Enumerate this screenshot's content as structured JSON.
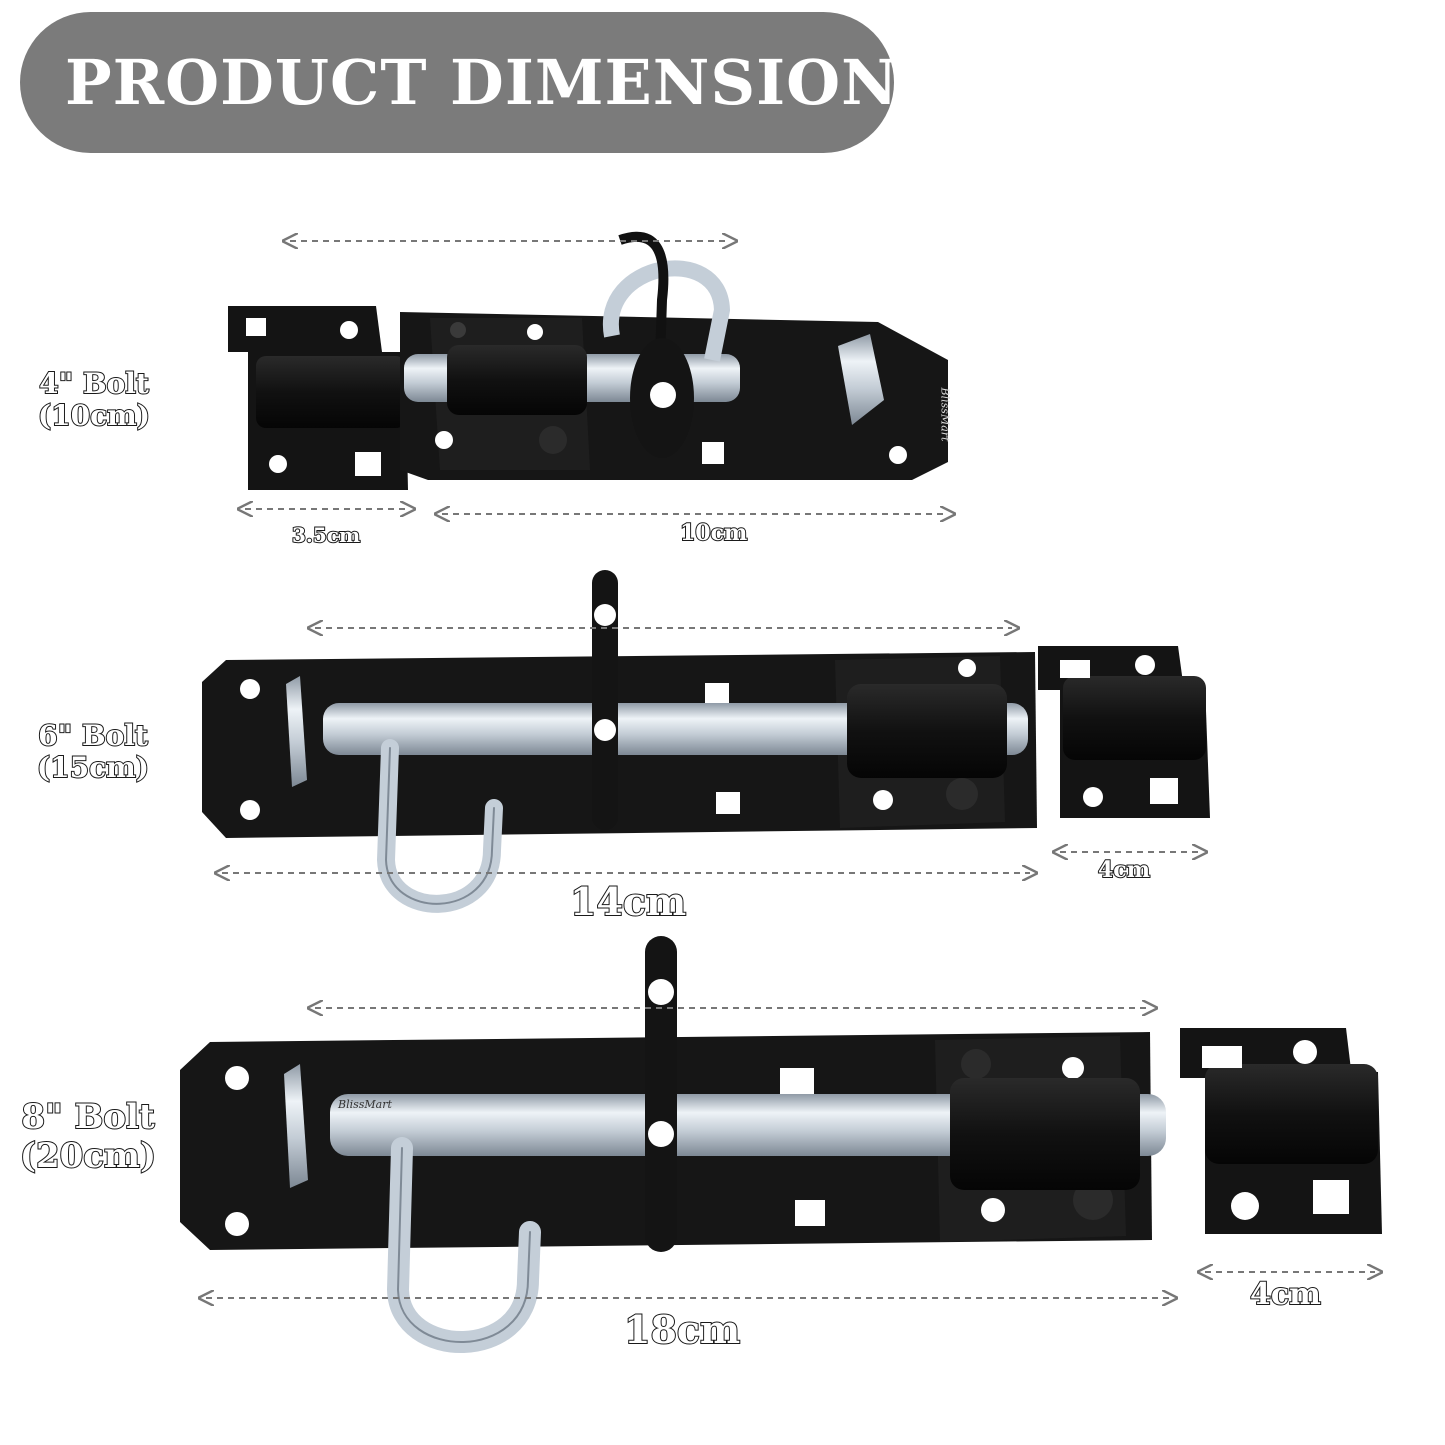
{
  "banner": {
    "title": "PRODUCT DIMENSIONS"
  },
  "brand": {
    "watermark": "BlissMart"
  },
  "products": [
    {
      "label_line1": "4\" Bolt",
      "label_line2": "(10cm)",
      "keeper_width": "3.5cm",
      "plate_length": "10cm"
    },
    {
      "label_line1": "6\" Bolt",
      "label_line2": "(15cm)",
      "plate_length": "14cm",
      "keeper_width": "4cm"
    },
    {
      "label_line1": "8\" Bolt",
      "label_line2": "(20cm)",
      "plate_length": "18cm",
      "keeper_width": "4cm"
    }
  ],
  "colors": {
    "banner": "#7b7b7b",
    "metal_black": "#161616",
    "zinc": "#c9d3dc"
  }
}
